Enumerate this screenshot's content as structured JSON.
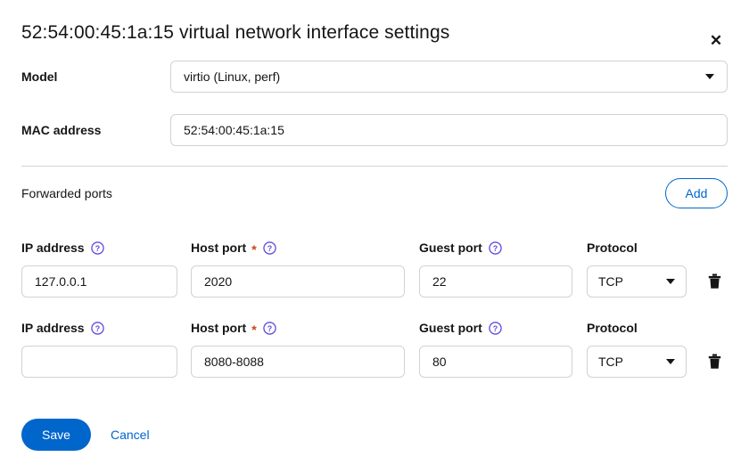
{
  "dialog": {
    "title": "52:54:00:45:1a:15 virtual network interface settings",
    "close_icon_glyph": "✕"
  },
  "fields": {
    "model": {
      "label": "Model",
      "value": "virtio (Linux, perf)"
    },
    "mac": {
      "label": "MAC address",
      "value": "52:54:00:45:1a:15",
      "placeholder": ""
    }
  },
  "forwarded_ports": {
    "section_label": "Forwarded ports",
    "add_label": "Add",
    "columns": [
      {
        "label": "IP address",
        "required": false,
        "has_help": true
      },
      {
        "label": "Host port",
        "required": true,
        "required_mark": "*",
        "has_help": true
      },
      {
        "label": "Guest port",
        "required": false,
        "has_help": true
      },
      {
        "label": "Protocol",
        "required": false,
        "has_help": false
      }
    ],
    "rows": [
      {
        "ip_address": "127.0.0.1",
        "ip_placeholder": "",
        "host_port": "2020",
        "host_placeholder": "",
        "guest_port": "22",
        "guest_placeholder": "",
        "protocol": "TCP"
      },
      {
        "ip_address": "",
        "ip_placeholder": "",
        "host_port": "8080-8088",
        "host_placeholder": "",
        "guest_port": "80",
        "guest_placeholder": "",
        "protocol": "TCP"
      }
    ]
  },
  "footer": {
    "save_label": "Save",
    "cancel_label": "Cancel"
  },
  "colors": {
    "accent_blue": "#0066cc",
    "help_purple": "#5f4ddb",
    "required_orange": "#c9441b",
    "border_grey": "#d2d2d2",
    "text": "#151515"
  }
}
